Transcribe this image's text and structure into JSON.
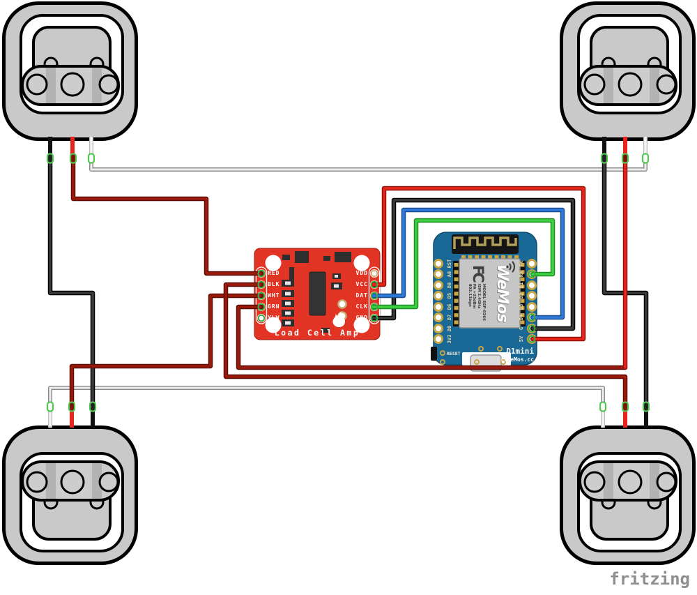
{
  "diagram": {
    "watermark": "fritzing",
    "description": "Four load cells wired to a Load Cell Amp (HX711) and a WeMos D1 mini ESP8266"
  },
  "amp": {
    "title": "Load Cell Amp",
    "left_pins": [
      "RED",
      "BLK",
      "WHT",
      "GRN",
      "YLW"
    ],
    "right_pins": [
      "VDD",
      "VCC",
      "DAT",
      "CLK",
      "GND"
    ],
    "board_color": "#e23424"
  },
  "d1": {
    "left_pins": [
      "RST",
      "A0",
      "D0",
      "D5",
      "D6",
      "D7",
      "D8",
      "3V3"
    ],
    "right_pins": [
      "TX",
      "RX",
      "D1",
      "D2",
      "D3",
      "D4",
      "G",
      "5V"
    ],
    "reset": "RESET",
    "name": "D1mini",
    "brand": "(.)eMos.cc",
    "shield": {
      "fcc": "FC",
      "logo": "WeMos",
      "lines": [
        "MODEL ESP-8266",
        "ISM 2.4GHz",
        "PA +25dBm",
        "802.11bgn"
      ]
    },
    "board_color": "#1a6896"
  },
  "load_cells": {
    "count": 4,
    "positions": [
      "top-left",
      "top-right",
      "bottom-left",
      "bottom-right"
    ],
    "lead_colors": [
      "black",
      "red",
      "white"
    ]
  },
  "wire_colors": {
    "dark_red": "#9b1a0e",
    "bright_red": "#e8251a",
    "black": "#333333",
    "blue": "#3079d8",
    "green": "#3ecf45",
    "white_bus": "#efefef"
  },
  "connections": [
    {
      "from": "top-left load cell RED",
      "to": "Amp RED",
      "wire": "dark-red"
    },
    {
      "from": "bottom-right load cell RED",
      "to": "Amp BLK",
      "wire": "dark-red"
    },
    {
      "from": "bottom-left load cell RED",
      "to": "Amp WHT",
      "wire": "dark-red"
    },
    {
      "from": "top-right load cell RED",
      "to": "Amp GRN",
      "wire": "dark-red"
    },
    {
      "from": "top-left load cell BLACK",
      "to": "bottom-left load cell BLACK",
      "wire": "black"
    },
    {
      "from": "top-right load cell BLACK",
      "to": "bottom-right load cell BLACK",
      "wire": "black"
    },
    {
      "from": "top-left load cell WHITE",
      "to": "top-right load cell WHITE",
      "wire": "white"
    },
    {
      "from": "bottom-left load cell WHITE",
      "to": "bottom-right load cell WHITE",
      "wire": "white"
    },
    {
      "from": "Amp VCC",
      "to": "D1 mini 5V",
      "wire": "red"
    },
    {
      "from": "Amp GND",
      "to": "D1 mini G",
      "wire": "black"
    },
    {
      "from": "Amp DAT",
      "to": "D1 mini D4",
      "wire": "blue"
    },
    {
      "from": "Amp CLK",
      "to": "D1 mini RX",
      "wire": "green"
    }
  ]
}
